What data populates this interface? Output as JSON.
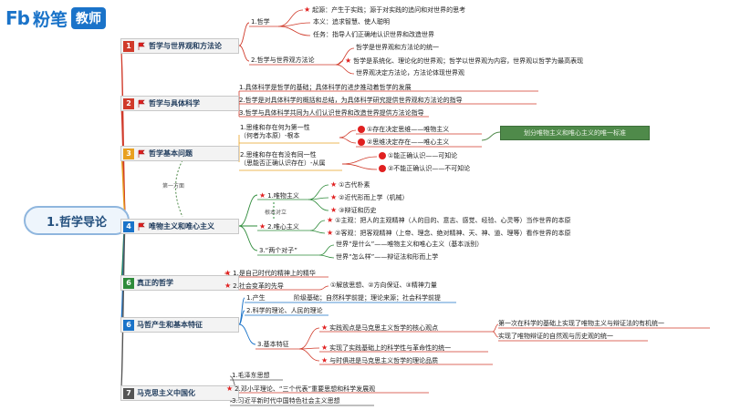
{
  "logo": {
    "brand_en": "Fb",
    "brand_cn": "粉笔",
    "badge": "教师"
  },
  "root": {
    "title": "1.哲学导论"
  },
  "sections": [
    {
      "num": "1",
      "label": "哲学与世界观和方法论",
      "color": "#d03a2a"
    },
    {
      "num": "2",
      "label": "哲学与具体科学",
      "color": "#d03a2a"
    },
    {
      "num": "3",
      "label": "哲学基本问题",
      "color": "#e8a020"
    },
    {
      "num": "4",
      "label": "唯物主义和唯心主义",
      "color": "#1a73c9"
    },
    {
      "num": "6",
      "label": "真正的哲学",
      "color": "#2e8b3a"
    },
    {
      "num": "6",
      "label": "马哲产生和基本特征",
      "color": "#1a73c9"
    },
    {
      "num": "7",
      "label": "马克思主义中国化",
      "color": "#555555"
    }
  ],
  "s1": {
    "b1": "1.哲学",
    "b1_items": [
      "起源：产生于实践；源于对实践的追问和对世界的思考",
      "本义：追求智慧、使人聪明",
      "任务：指导人们正确地认识世界和改造世界"
    ],
    "b2": "2.哲学与世界观方法论",
    "b2_items": [
      "哲学是世界观和方法论的统一",
      "哲学是系统化、理论化的世界观；哲学以世界观为内容，世界观以哲学为最高表现",
      "世界观决定方法论，方法论体现世界观"
    ]
  },
  "s2": {
    "items": [
      "1.具体科学是哲学的基础；具体科学的进步推动着哲学的发展",
      "2.哲学是对具体科学的概括和总结，为具体科学研究提供世界观和方法论的指导",
      "3.哲学与具体科学共同为人们认识世界和改造世界提供方法论指导"
    ]
  },
  "s3": {
    "q1": "1.思维和存在何为第一性\n（何者为本原）-根本",
    "q1_items": [
      "①存在决定思维——唯物主义",
      "②思维决定存在——唯心主义"
    ],
    "note": "划分唯物主义和唯心主义的唯一标准",
    "q2": "2.思维和存在有没有同一性\n（思能否正确认识存在）-从属",
    "q2_items": [
      "①能正确认识——可知论",
      "②不能正确认识——不可知论"
    ],
    "link_label": "第一方面"
  },
  "s4": {
    "b1": "1.唯物主义",
    "b1_items": [
      "①古代朴素",
      "②近代形而上学（机械）",
      "③辩证和历史"
    ],
    "b2": "2.唯心主义",
    "b2_items": [
      "①主观：把人的主观精神（人的目的、意志、感觉、经验、心灵等）当作世界的本原",
      "②客观：把客观精神（上帝、理念、绝对精神、天、神、道、理等）看作世界的本原"
    ],
    "link_label": "根本对立",
    "b3": "3.“两个对子”",
    "b3_items": [
      "世界“是什么”——唯物主义和唯心主义（基本派别）",
      "世界“怎么样”——辩证法和形而上学"
    ]
  },
  "s6": {
    "items": [
      "1.是自己时代的精神上的精华",
      "2.社会变革的先导"
    ],
    "sub_items": [
      "①解放思想、②方向保证、③精神力量"
    ]
  },
  "s7": {
    "b1": "1.产生",
    "b1_text": "阶级基础；自然科学前提；理论来源；社会科学前提",
    "b2": "2.科学的理论、人民的理论",
    "b3": "3.基本特征",
    "b3_items": [
      "实践观点是马克思主义哲学的核心观点",
      "实现了实践基础上的科学性与革命性的统一",
      "与时俱进是马克思主义哲学的理论品质"
    ],
    "b3_sub": [
      "第一次在科学的基础上实现了唯物主义与辩证法的有机统一",
      "实现了唯物辩证的自然观与历史观的统一"
    ]
  },
  "s8": {
    "items": [
      "1.毛泽东思想",
      "2.邓小平理论、“三个代表”重要思想和科学发展观",
      "3.习近平新时代中国特色社会主义思想"
    ]
  }
}
